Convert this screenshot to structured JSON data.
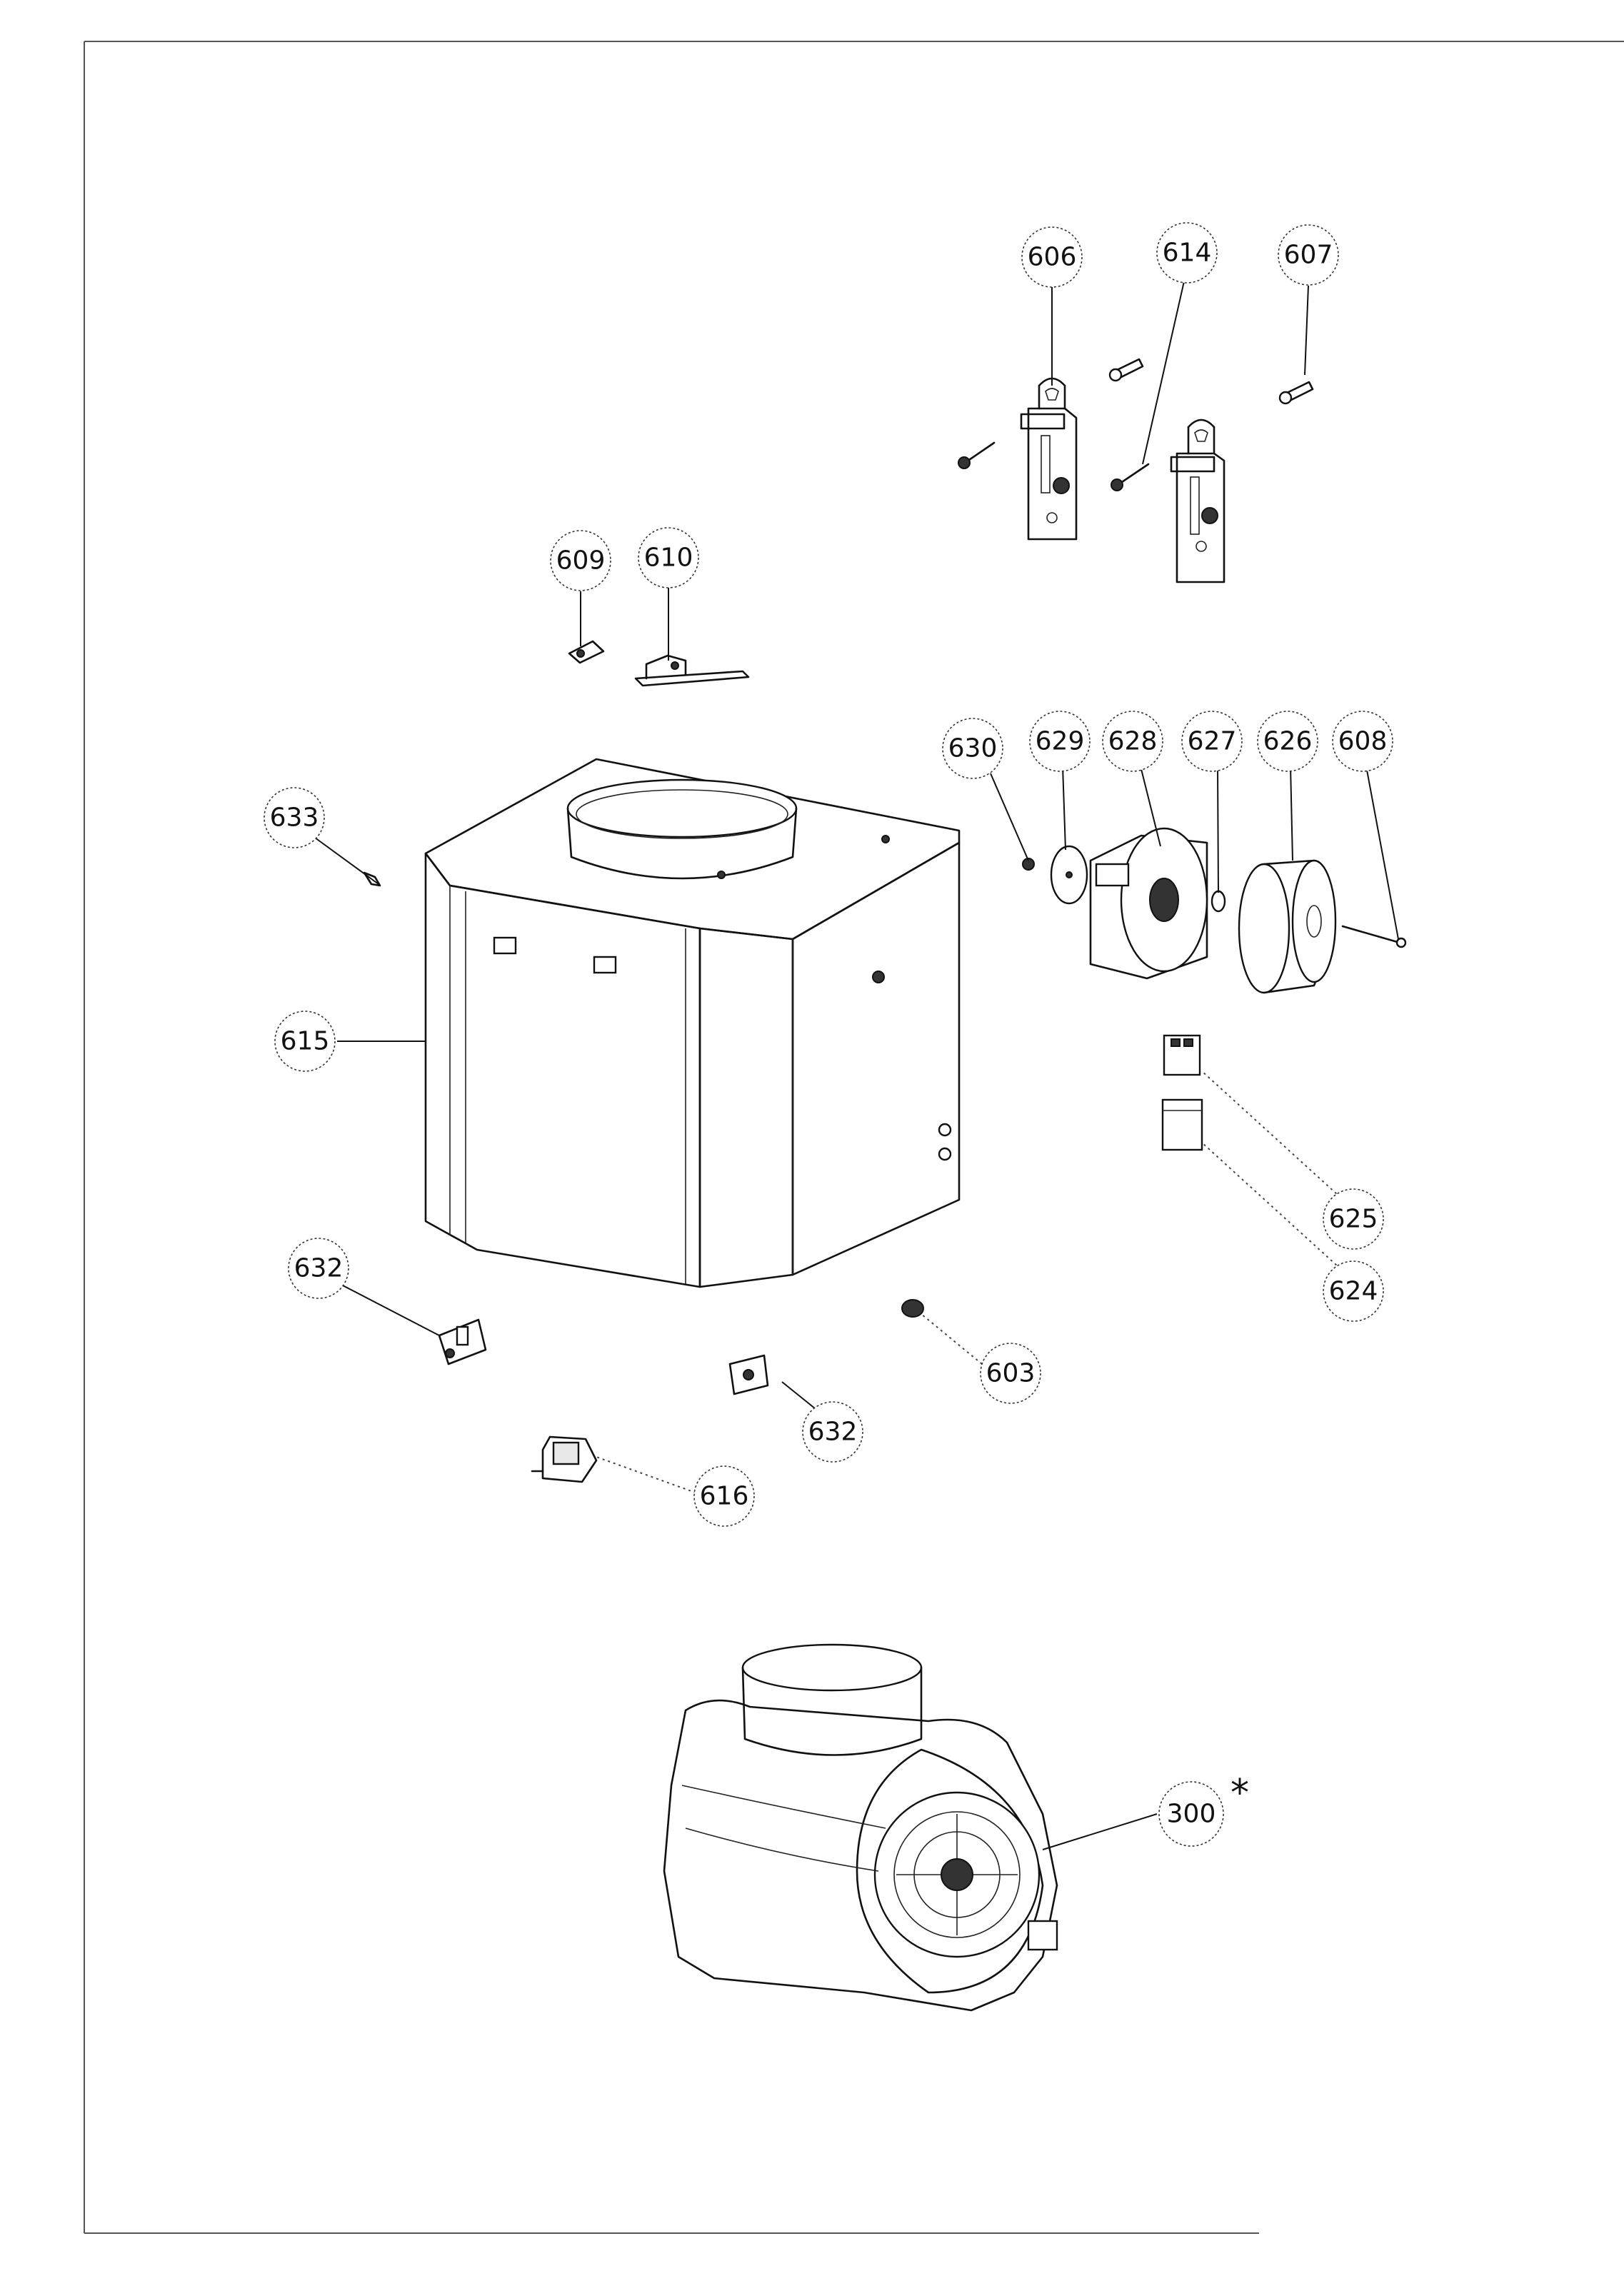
{
  "callouts": {
    "c606": "606",
    "c614": "614",
    "c607": "607",
    "c609": "609",
    "c610": "610",
    "c630": "630",
    "c629": "629",
    "c628": "628",
    "c627": "627",
    "c626": "626",
    "c608": "608",
    "c633": "633",
    "c615": "615",
    "c625": "625",
    "c624": "624",
    "c632a": "632",
    "c632b": "632",
    "c603": "603",
    "c616": "616",
    "c300": "300"
  },
  "marks": {
    "asterisk": "*"
  }
}
